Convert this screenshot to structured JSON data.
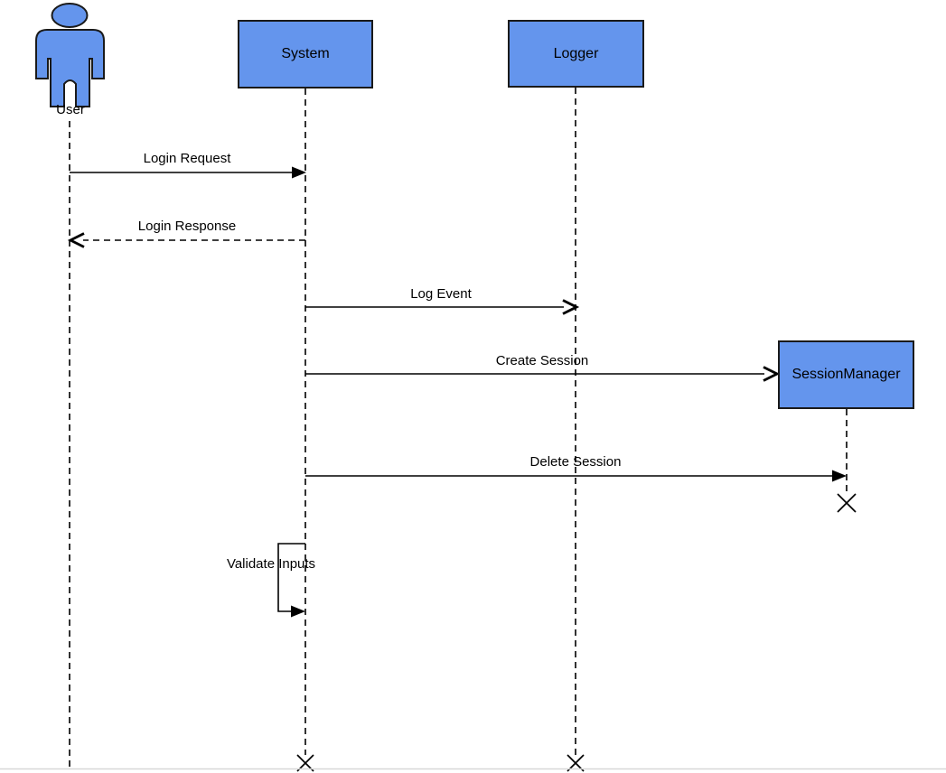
{
  "diagram": {
    "kind": "UML sequence diagram",
    "colors": {
      "shape_fill": "#6495ED",
      "shape_stroke": "#1a1a1a",
      "line_color": "#000000",
      "text_color": "#000000",
      "background": "#FFFFFF",
      "bottom_edge_line": "#D8D8D8"
    },
    "participants": {
      "user": {
        "label": "User",
        "type": "actor"
      },
      "system": {
        "label": "System",
        "type": "object"
      },
      "logger": {
        "label": "Logger",
        "type": "object"
      },
      "session_manager": {
        "label": "SessionManager",
        "type": "object",
        "destroyed": true
      }
    },
    "messages": {
      "login_request": {
        "label": "Login Request",
        "from": "User",
        "to": "System",
        "line": "solid",
        "arrowhead": "filled-triangle"
      },
      "login_response": {
        "label": "Login Response",
        "from": "System",
        "to": "User",
        "line": "dashed",
        "arrowhead": "open-chevron"
      },
      "log_event": {
        "label": "Log Event",
        "from": "System",
        "to": "Logger",
        "line": "solid",
        "arrowhead": "open-chevron"
      },
      "create_session": {
        "label": "Create Session",
        "from": "System",
        "to": "SessionManager",
        "line": "solid",
        "arrowhead": "open-chevron"
      },
      "delete_session": {
        "label": "Delete Session",
        "from": "System",
        "to": "SessionManager",
        "line": "solid",
        "arrowhead": "filled-triangle",
        "destroys_target": true
      },
      "validate_inputs": {
        "label": "Validate Inputs",
        "from": "System",
        "to": "System",
        "line": "self-loop",
        "arrowhead": "filled-triangle"
      }
    }
  }
}
